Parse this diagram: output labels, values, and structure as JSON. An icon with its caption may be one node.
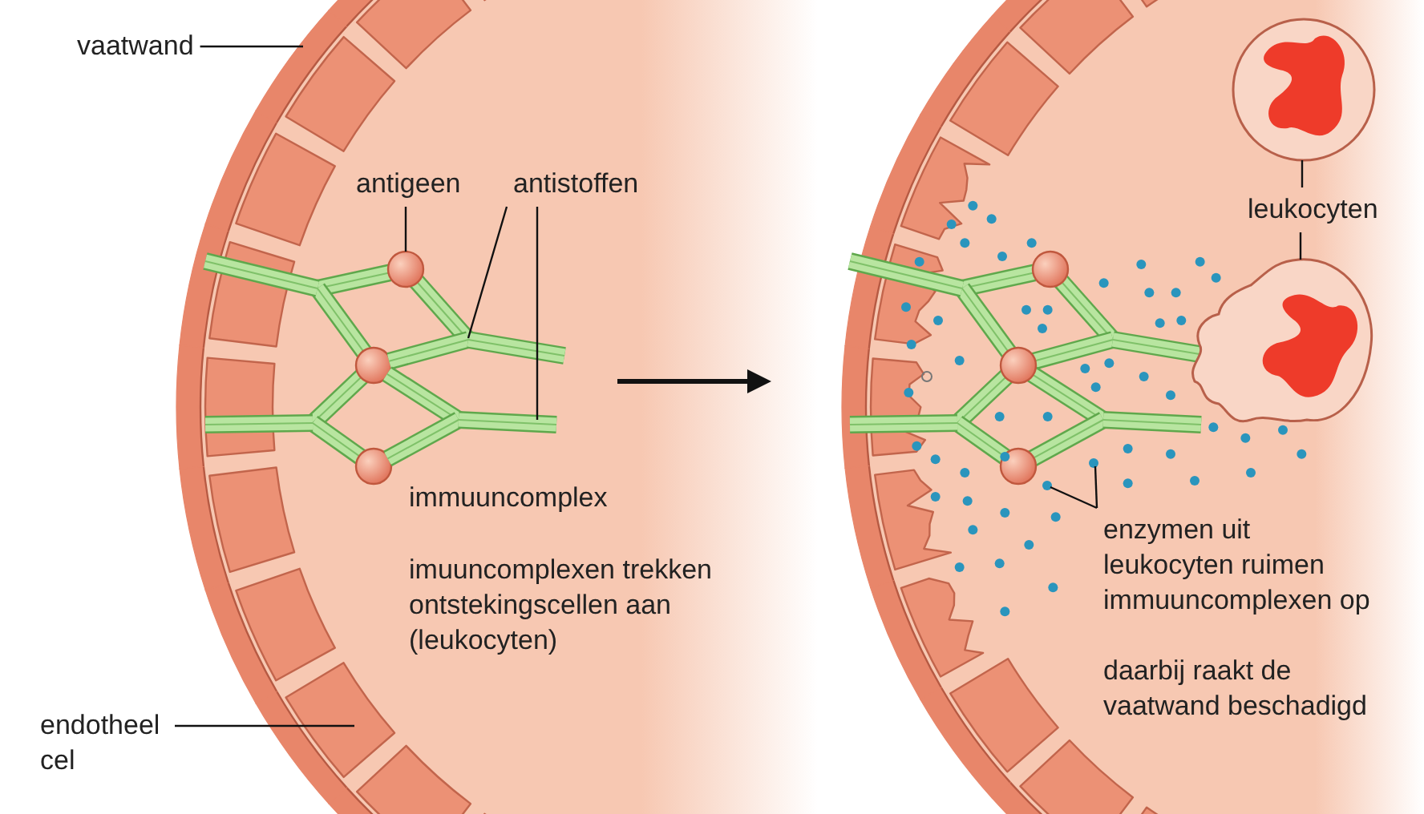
{
  "diagram": {
    "nodes": [
      {
        "text": [
          "vaatwand"
        ]
      },
      {
        "text": [],
        "shape": "band"
      },
      {
        "text": [
          "endotheel cel"
        ]
      },
      {
        "text": [],
        "shape": "box"
      },
      {
        "text": [
          "antigeen"
        ]
      },
      {
        "text": [],
        "shape": "circle"
      },
      {
        "text": [
          "antistoffen"
        ]
      },
      {
        "text": [],
        "shape": "picture"
      },
      {
        "text": [],
        "shape": "picture"
      },
      {
        "text": [],
        "shape": "picture"
      },
      {
        "text": [
          "leukocyten"
        ]
      },
      {
        "text": [],
        "shape": "picture"
      },
      {
        "text": [
          "enzymen uit leukocyten ruimen immuuncomplexen op"
        ]
      },
      {
        "text": [],
        "shape": "circle"
      },
      {
        "text": [],
        "shape": "circle"
      }
    ],
    "edges": [
      {
        "from": 0,
        "to": 1,
        "arrow": "none"
      },
      {
        "from": 2,
        "to": 3,
        "arrow": "none"
      },
      {
        "from": 4,
        "to": 5,
        "arrow": "none"
      },
      {
        "from": 6,
        "to": 7,
        "arrow": "none"
      },
      {
        "from": 6,
        "to": 8,
        "arrow": "none"
      },
      {
        "from": 10,
        "to": 9,
        "arrow": "none"
      },
      {
        "from": 10,
        "to": 11,
        "arrow": "none"
      },
      {
        "from": 12,
        "to": 13,
        "arrow": "none"
      },
      {
        "from": 12,
        "to": 14,
        "arrow": "none"
      }
    ],
    "labels": [
      "immuuncomplex",
      "imuuncomplexen trekken ontstekingscellen aan (leukocyten)",
      "daarbij raakt de vaatwand beschadigd"
    ]
  }
}
